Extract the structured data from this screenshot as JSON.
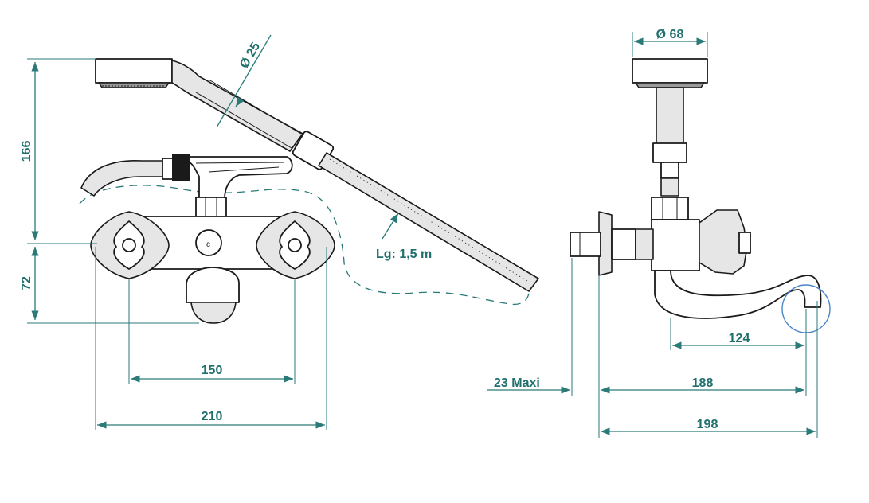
{
  "dimensions": {
    "height_hand_shower": "166",
    "height_lower": "72",
    "spacing_inner": "150",
    "spacing_outer": "210",
    "hose_diameter": "Ø 25",
    "head_diameter": "Ø 68",
    "hose_length": "Lg: 1,5 m",
    "spout_reach": "124",
    "wall_projection": "23  Maxi",
    "depth_188": "188",
    "depth_198": "198"
  },
  "colors": {
    "dimension_line": "#2a7a78",
    "label_text": "#1f6f6d",
    "drawing_line": "#1a1a1a",
    "circle_highlight": "#4a86c8"
  }
}
